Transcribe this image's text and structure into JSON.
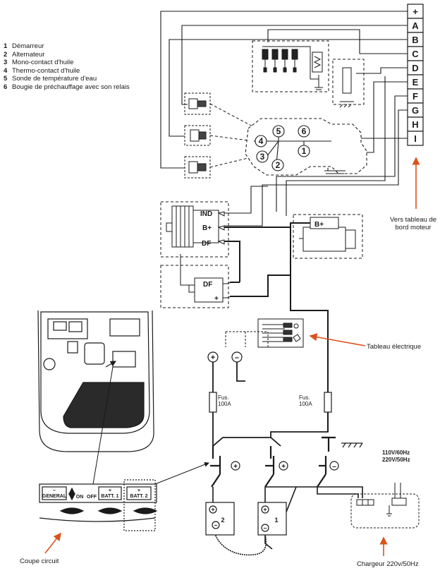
{
  "legend": [
    {
      "num": "1",
      "text": "Démarreur"
    },
    {
      "num": "2",
      "text": "Alternateur"
    },
    {
      "num": "3",
      "text": "Mono-contact d'huile"
    },
    {
      "num": "4",
      "text": "Thermo-contact d'huile"
    },
    {
      "num": "5",
      "text": "Sonde de température d'eau"
    },
    {
      "num": "6",
      "text": "Bougie de préchauffage avec son relais"
    }
  ],
  "terminals": [
    "+",
    "A",
    "B",
    "C",
    "D",
    "E",
    "F",
    "G",
    "H",
    "I"
  ],
  "engine_numbers": [
    "4",
    "5",
    "6",
    "3",
    "1",
    "2"
  ],
  "alternator_pins": {
    "ind": "IND",
    "bplus": "B+",
    "df": "DF"
  },
  "regulator_pins": {
    "df": "DF",
    "plus": "+"
  },
  "starter_pin": "B+",
  "fuses": [
    {
      "label": "Fus.",
      "rating": "100A"
    },
    {
      "label": "Fus.",
      "rating": "100A"
    }
  ],
  "annotations": {
    "dashboard_line1": "Vers tableau de",
    "dashboard_line2": "bord moteur",
    "panel": "Tableau électrique",
    "switch": "Coupe circuit",
    "charger": "Chargeur 220v/50Hz",
    "ac_line1": "110V/60Hz",
    "ac_line2": "220V/50Hz"
  },
  "switch_panel": {
    "general": "GENERAL",
    "on": "ON",
    "off": "OFF",
    "batt1": "BATT. 1",
    "batt2": "BATT. 2",
    "minus": "–",
    "plus": "+"
  },
  "batteries": [
    {
      "number": "2"
    },
    {
      "number": "1"
    }
  ],
  "colors": {
    "line": "#1a1a1a",
    "arrow": "#d9531e",
    "hull_shade": "#2a2a2a"
  }
}
